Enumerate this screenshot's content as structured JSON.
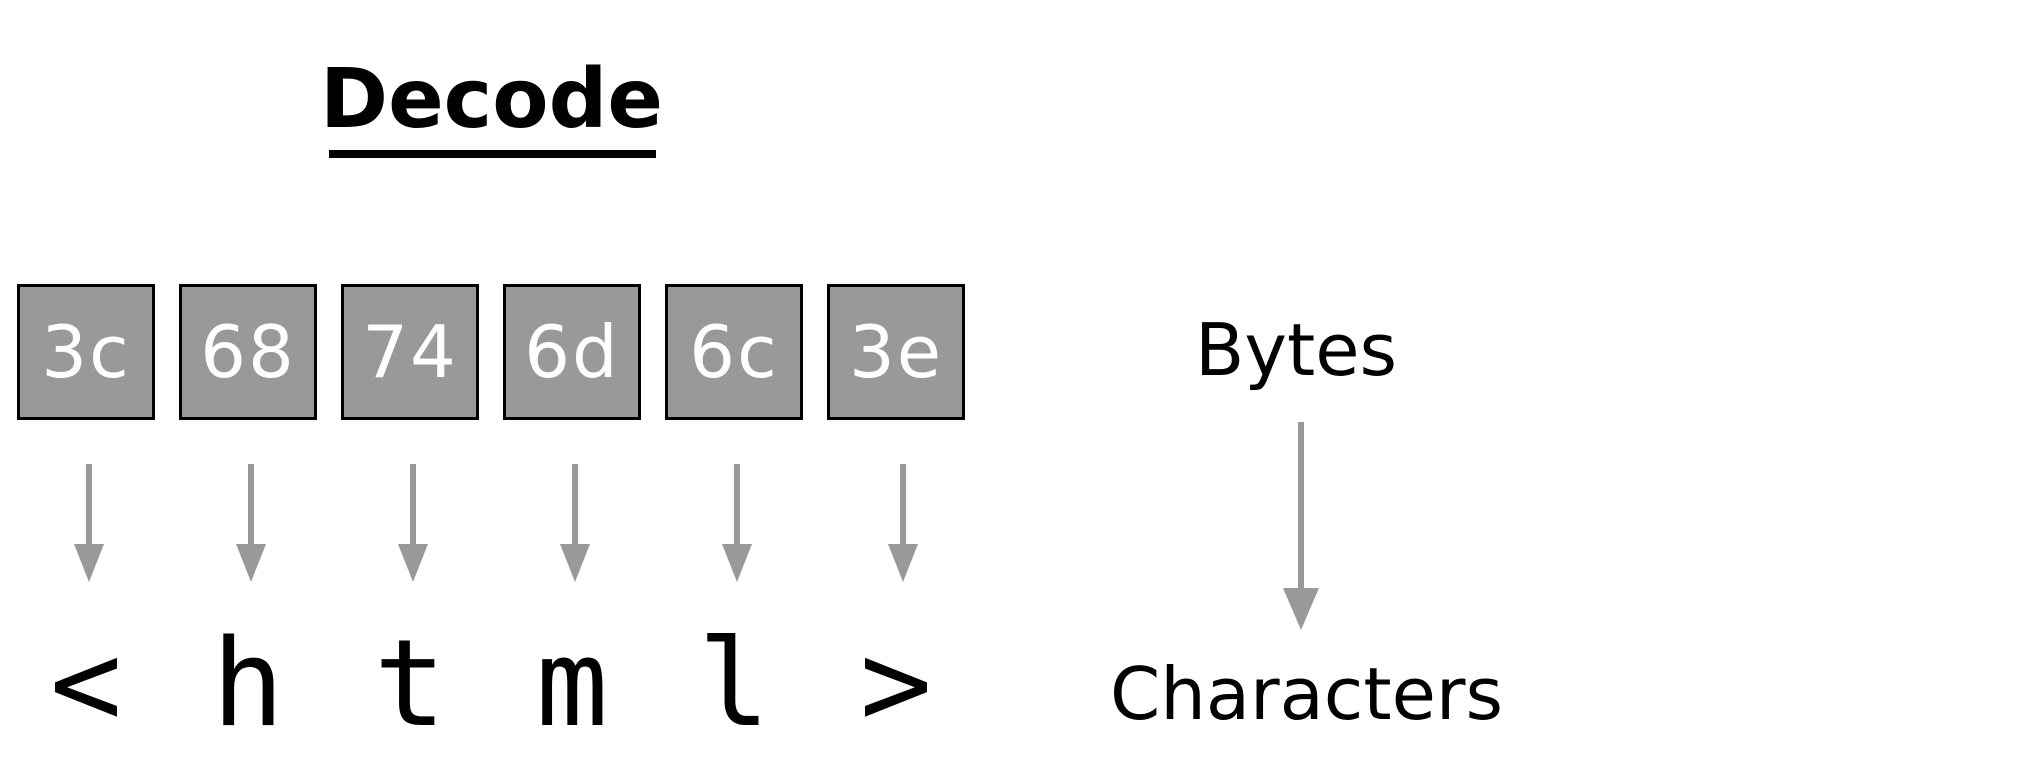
{
  "title": "Decode",
  "bytes": [
    "3c",
    "68",
    "74",
    "6d",
    "6c",
    "3e"
  ],
  "characters": [
    "<",
    "h",
    "t",
    "m",
    "l",
    ">"
  ],
  "labels": {
    "bytes": "Bytes",
    "characters": "Characters"
  },
  "colors": {
    "box_fill": "#999999",
    "arrow": "#999999",
    "text": "#000000"
  }
}
